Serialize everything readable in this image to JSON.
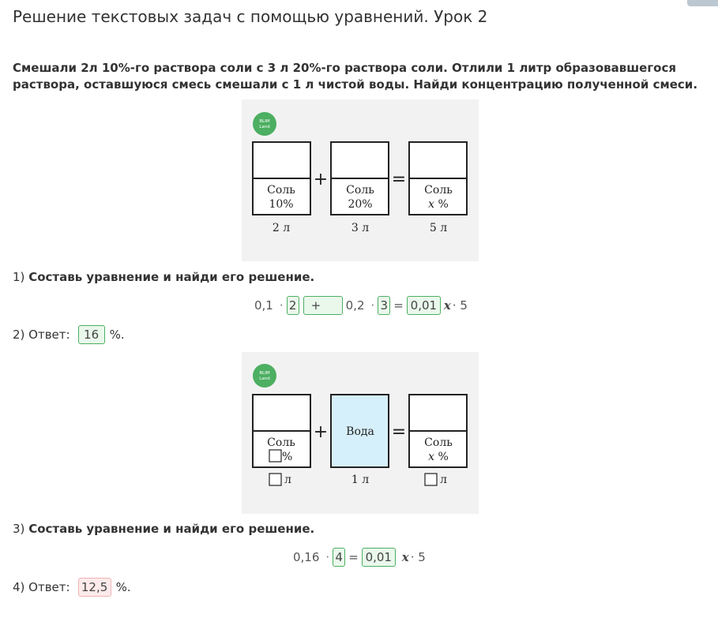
{
  "page": {
    "title": "Решение текстовых задач с помощью уравнений. Урок 2",
    "problem": "Смешали 2л 10%-го раствора соли с 3 л 20%-го раствора соли. Отлили 1 литр образовавшегося раствора, оставшуюся смесь смешали с 1 л чистой воды. Найди концентрацию полученной смеси."
  },
  "logo": {
    "line1": "BLIM",
    "line2": "Land",
    "color": "#4caf62"
  },
  "figure1": {
    "vessels": [
      {
        "label": "Соль",
        "percent": "10%",
        "volume": "2  л"
      },
      {
        "label": "Соль",
        "percent": "20%",
        "volume": "3  л"
      },
      {
        "label": "Соль",
        "percent_var": "x",
        "percent_unit": " %",
        "volume": "5  л"
      }
    ],
    "op_plus": "+",
    "op_eq": "="
  },
  "step1": {
    "num": "1)",
    "text": "Составь уравнение и найди его решение."
  },
  "eq1": {
    "coef1": "0,1",
    "input1": "2",
    "input_plus": "+",
    "coef2": "0,2",
    "input2": "3",
    "eq": "=",
    "input3": "0,01",
    "var": "x",
    "tail": "· 5",
    "dot": "·"
  },
  "step2": {
    "prefix": "2) Ответ:",
    "value": "16",
    "suffix": "%."
  },
  "figure2": {
    "vessels": [
      {
        "label": "Соль",
        "percent_unit": "%",
        "volume_unit": "л"
      },
      {
        "label": "Вода",
        "volume": "1  л",
        "fill": "#d6f0fb"
      },
      {
        "label": "Соль",
        "percent_var": "x",
        "percent_unit": " %",
        "volume_unit": "л"
      }
    ],
    "op_plus": "+",
    "op_eq": "="
  },
  "step3": {
    "num": "3)",
    "text": "Составь уравнение и найди его решение."
  },
  "eq2": {
    "coef1": "0,16",
    "input1": "4",
    "eq": "=",
    "input2": "0,01",
    "var": "x",
    "tail": "· 5",
    "dot": "·"
  },
  "step4": {
    "prefix": "4) Ответ:",
    "value": "12,5",
    "suffix": "%."
  }
}
